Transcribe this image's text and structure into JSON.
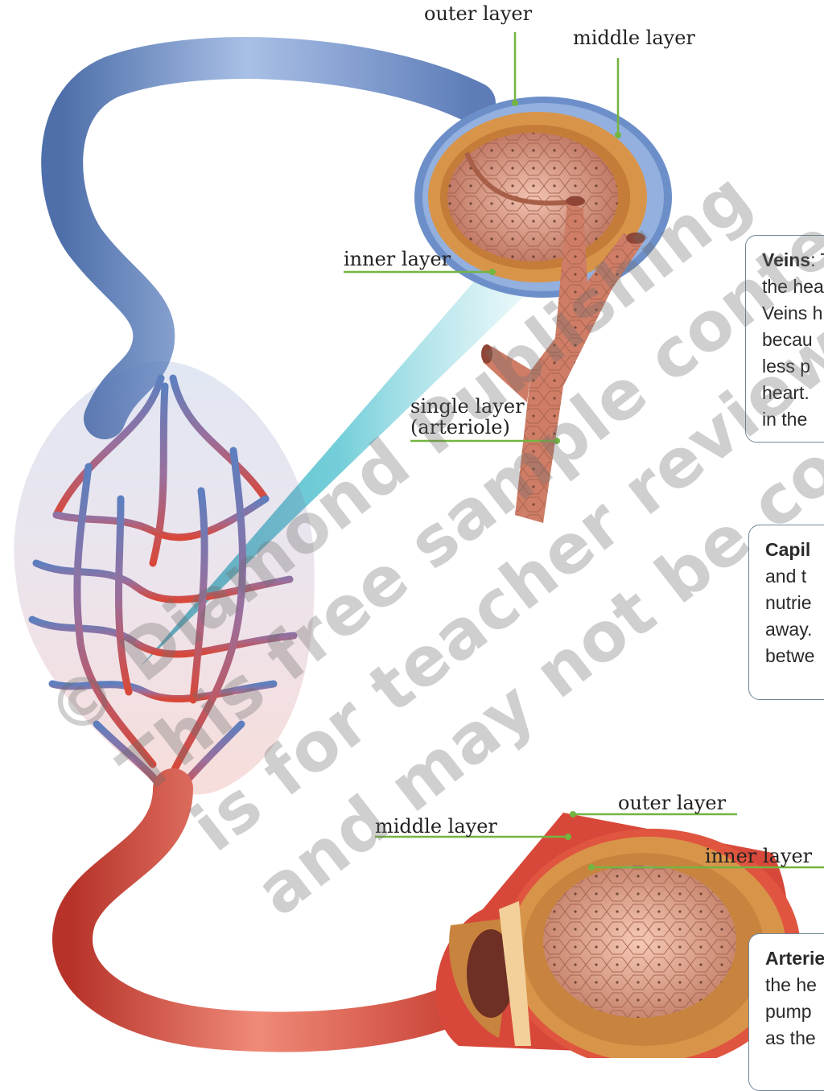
{
  "labels": {
    "vein_outer": "outer layer",
    "vein_middle": "middle layer",
    "vein_inner": "inner layer",
    "capillary_single_1": "single layer",
    "capillary_single_2": "(arteriole)",
    "artery_outer": "outer layer",
    "artery_middle": "middle layer",
    "artery_inner": "inner layer"
  },
  "boxes": {
    "veins": {
      "title": "Veins",
      "lines": [
        ": T",
        "the hea",
        "Veins h",
        "becau",
        "less p",
        "heart.",
        "in the"
      ]
    },
    "capillaries": {
      "title": "Capil",
      "lines": [
        "and t",
        "nutrie",
        "away.",
        "betwe"
      ]
    },
    "arteries": {
      "title": "Arterie",
      "lines": [
        "the he",
        "pump",
        "as the"
      ]
    }
  },
  "watermark": {
    "line1": "© Diamond Publishing",
    "line2": "This free sample content",
    "line3": "is for teacher review only",
    "line4": "and may not be copied or"
  },
  "colors": {
    "vein_blue": "#6f8fc6",
    "artery_red": "#d8483a",
    "wall_orange": "#d8954a",
    "inner_pink": "#e8a088",
    "leader_green": "#73b541",
    "box_border": "#6f8797",
    "beam_cyan": "#3fb9c9"
  }
}
